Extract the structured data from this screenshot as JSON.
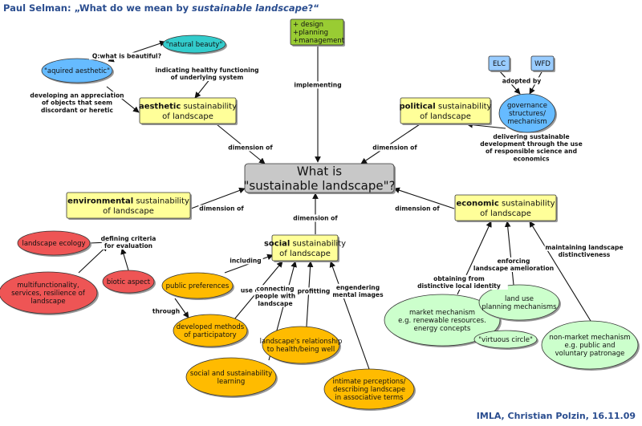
{
  "title": {
    "author": "Paul Selman: „",
    "question_pre": "What do we mean by ",
    "question_em": "sustainable landscape",
    "question_post": "?“"
  },
  "footer": "IMLA, Christian Polzin, 16.11.09",
  "colors": {
    "yellow": "#ffff99",
    "gray": "#c8c8c8",
    "green": "#99cc33",
    "teal": "#33cccc",
    "blue": "#66bbff",
    "lightblue": "#99ccff",
    "red": "#ee5555",
    "orange": "#ffbb00",
    "lightgreen": "#ccffcc"
  },
  "nodes": {
    "center": {
      "lines": [
        "What is",
        "\"sustainable landscape\"?"
      ]
    },
    "aesthetic": {
      "bold": "aesthetic",
      "rest": " sustainability",
      "line2": "of landscape"
    },
    "political": {
      "bold": "political",
      "rest": " sustainability",
      "line2": "of landscape"
    },
    "environmental": {
      "bold": "environmental",
      "rest": " sustainability",
      "line2": "of landscape"
    },
    "economic": {
      "bold": "economic",
      "rest": " sustainability",
      "line2": "of landscape"
    },
    "social": {
      "bold": "social",
      "rest": " sustainability",
      "line2": "of landscape"
    },
    "design": {
      "lines": [
        "+ design",
        "+planning",
        "+management"
      ]
    },
    "natural_beauty": {
      "lines": [
        "\"natural beauty\""
      ]
    },
    "acquired_aesthetic": {
      "lines": [
        "\"aquired aesthetic\""
      ]
    },
    "elc": {
      "lines": [
        "ELC"
      ]
    },
    "wfd": {
      "lines": [
        "WFD"
      ]
    },
    "governance": {
      "lines": [
        "governance",
        "structures/",
        "mechanism"
      ]
    },
    "landscape_ecology": {
      "lines": [
        "landscape ecology"
      ]
    },
    "multifunctionality": {
      "lines": [
        "multifunctionality,",
        "services, resilience of",
        "landscape"
      ]
    },
    "biotic": {
      "lines": [
        "biotic aspect"
      ]
    },
    "public_preferences": {
      "lines": [
        "public preferences"
      ]
    },
    "developed_methods": {
      "lines": [
        "developed methods",
        "of participatory"
      ]
    },
    "social_learning": {
      "lines": [
        "social and sustainability",
        "learning"
      ]
    },
    "health": {
      "lines": [
        "landscape's relationship",
        "to health/being well"
      ]
    },
    "intimate": {
      "lines": [
        "intimate perceptions/",
        "describing landscape",
        "in associative terms"
      ]
    },
    "market": {
      "lines": [
        "market mechanism",
        "e.g. renewable resources.",
        "energy concepts"
      ]
    },
    "virtuous": {
      "lines": [
        "\"virtuous circle\""
      ]
    },
    "land_use": {
      "lines": [
        "land use",
        "planning mechanisms"
      ]
    },
    "non_market": {
      "lines": [
        "non-market mechanism",
        "e.g. public and",
        "voluntary patronage"
      ]
    }
  },
  "labels": {
    "q_beautiful": [
      "Q:what is beautiful?"
    ],
    "indicating": [
      "indicating healthy functioning",
      "of underlying system"
    ],
    "developing": [
      "developing an appreciation",
      "of objects that seem",
      "discordant or heretic"
    ],
    "implementing": [
      "implementing"
    ],
    "dim_aesthetic": [
      "dimension of"
    ],
    "dim_political": [
      "dimension of"
    ],
    "dim_environmental": [
      "dimension of"
    ],
    "dim_economic": [
      "dimension of"
    ],
    "dim_social": [
      "dimension of"
    ],
    "adopted": [
      "adopted by"
    ],
    "delivering": [
      "delivering sustainable",
      "development through the use",
      "of responsible science and",
      "economics"
    ],
    "defining": [
      "defining criteria",
      "for evaluation"
    ],
    "including": [
      "including"
    ],
    "through": [
      "through"
    ],
    "use_of": [
      "use of"
    ],
    "connecting": [
      "connecting",
      "people with",
      "landscape"
    ],
    "profitting": [
      "profitting"
    ],
    "engendering": [
      "engendering",
      "mental images"
    ],
    "obtaining": [
      "obtaining from",
      "distinctive local identity"
    ],
    "enforcing": [
      "enforcing",
      "landscape amelioration"
    ],
    "maintaining": [
      "maintaining landscape",
      "distinctiveness"
    ]
  }
}
